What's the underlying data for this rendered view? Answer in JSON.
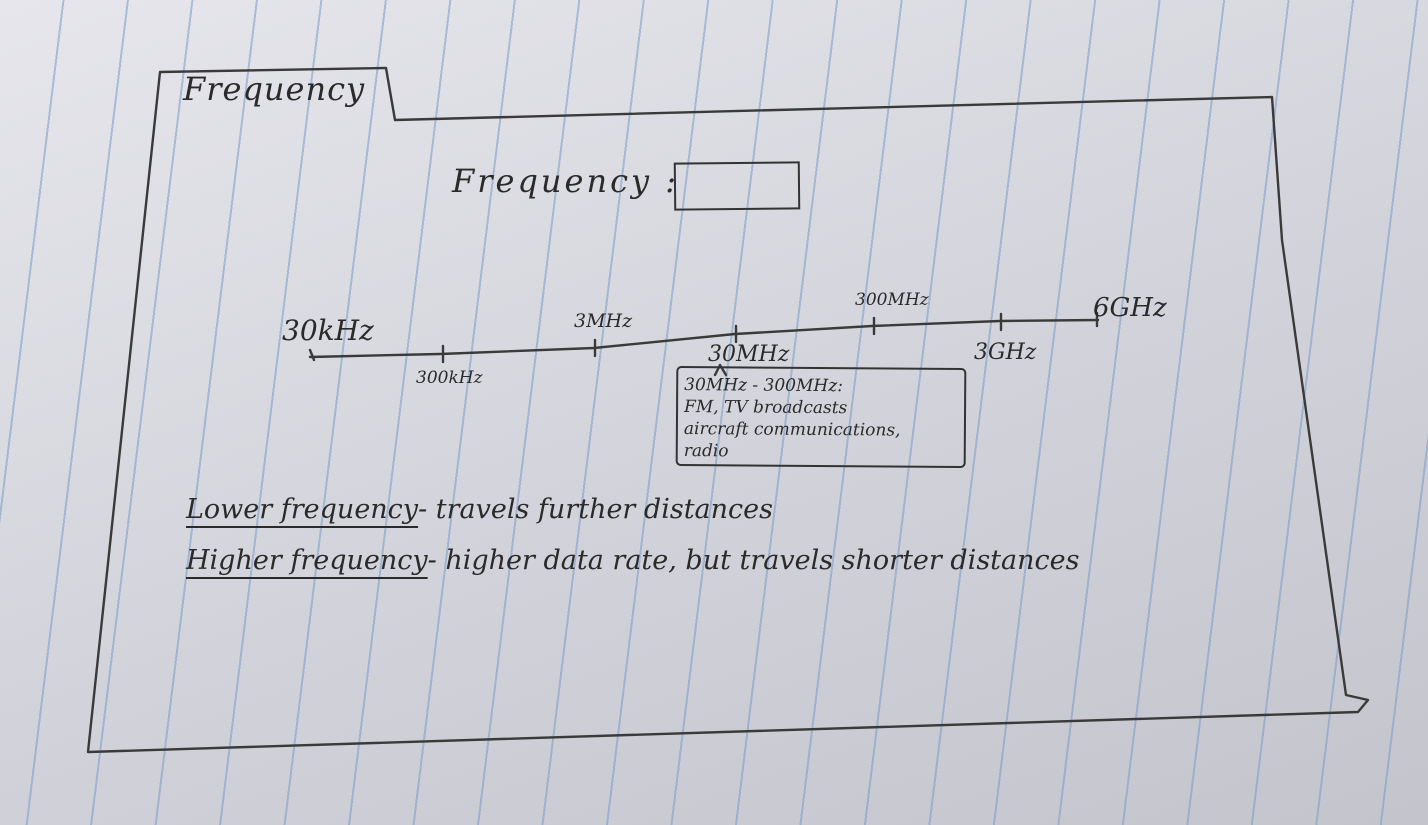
{
  "tab": {
    "title": "Frequency"
  },
  "frequency_field": {
    "label": "Frequency :",
    "value": ""
  },
  "scale": {
    "ticks": [
      {
        "text": "30kHz"
      },
      {
        "text": "300kHz"
      },
      {
        "text": "3MHz"
      },
      {
        "text": "30MHz"
      },
      {
        "text": "300MHz"
      },
      {
        "text": "3GHz"
      },
      {
        "text": "6GHz"
      }
    ]
  },
  "tooltip": {
    "lines": [
      "30MHz - 300MHz:",
      "FM, TV broadcasts",
      "aircraft communications,",
      "radio"
    ]
  },
  "notes": [
    {
      "term": "Lower frequency",
      "text": "- travels further distances"
    },
    {
      "term": "Higher frequency",
      "text": "- higher data rate, but travels shorter distances"
    }
  ]
}
